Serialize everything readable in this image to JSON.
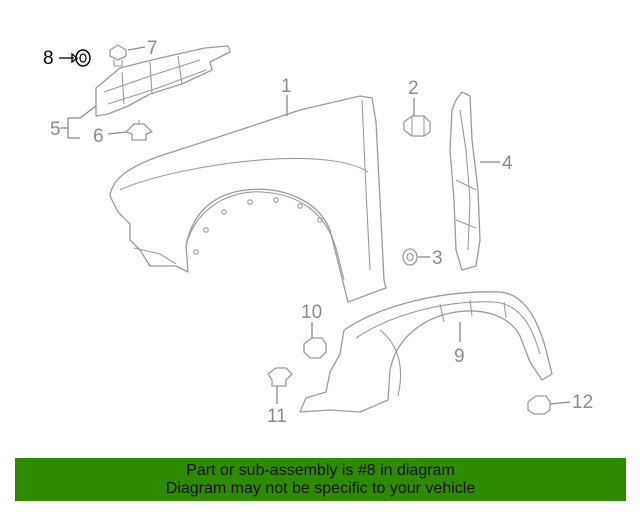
{
  "diagram": {
    "callouts": [
      {
        "id": "1",
        "label": "1",
        "part": "Fender"
      },
      {
        "id": "2",
        "label": "2",
        "part": "Bolt"
      },
      {
        "id": "3",
        "label": "3",
        "part": "Washer"
      },
      {
        "id": "4",
        "label": "4",
        "part": "Fender seal"
      },
      {
        "id": "5",
        "label": "5",
        "part": "Fender bracket"
      },
      {
        "id": "6",
        "label": "6",
        "part": "Clip"
      },
      {
        "id": "7",
        "label": "7",
        "part": "Clip"
      },
      {
        "id": "8",
        "label": "8",
        "part": "Nut"
      },
      {
        "id": "9",
        "label": "9",
        "part": "Fender liner"
      },
      {
        "id": "10",
        "label": "10",
        "part": "Clip"
      },
      {
        "id": "11",
        "label": "11",
        "part": "Clip"
      },
      {
        "id": "12",
        "label": "12",
        "part": "Clip"
      }
    ],
    "highlighted": "8",
    "colors": {
      "line": "#9a9a9a",
      "callout": "#8a8a8a",
      "highlight": "#000000"
    }
  },
  "banner": {
    "line1": "Part or sub-assembly is #8 in diagram",
    "line2": "Diagram may not be specific to your vehicle",
    "background": "#2e8b00"
  }
}
